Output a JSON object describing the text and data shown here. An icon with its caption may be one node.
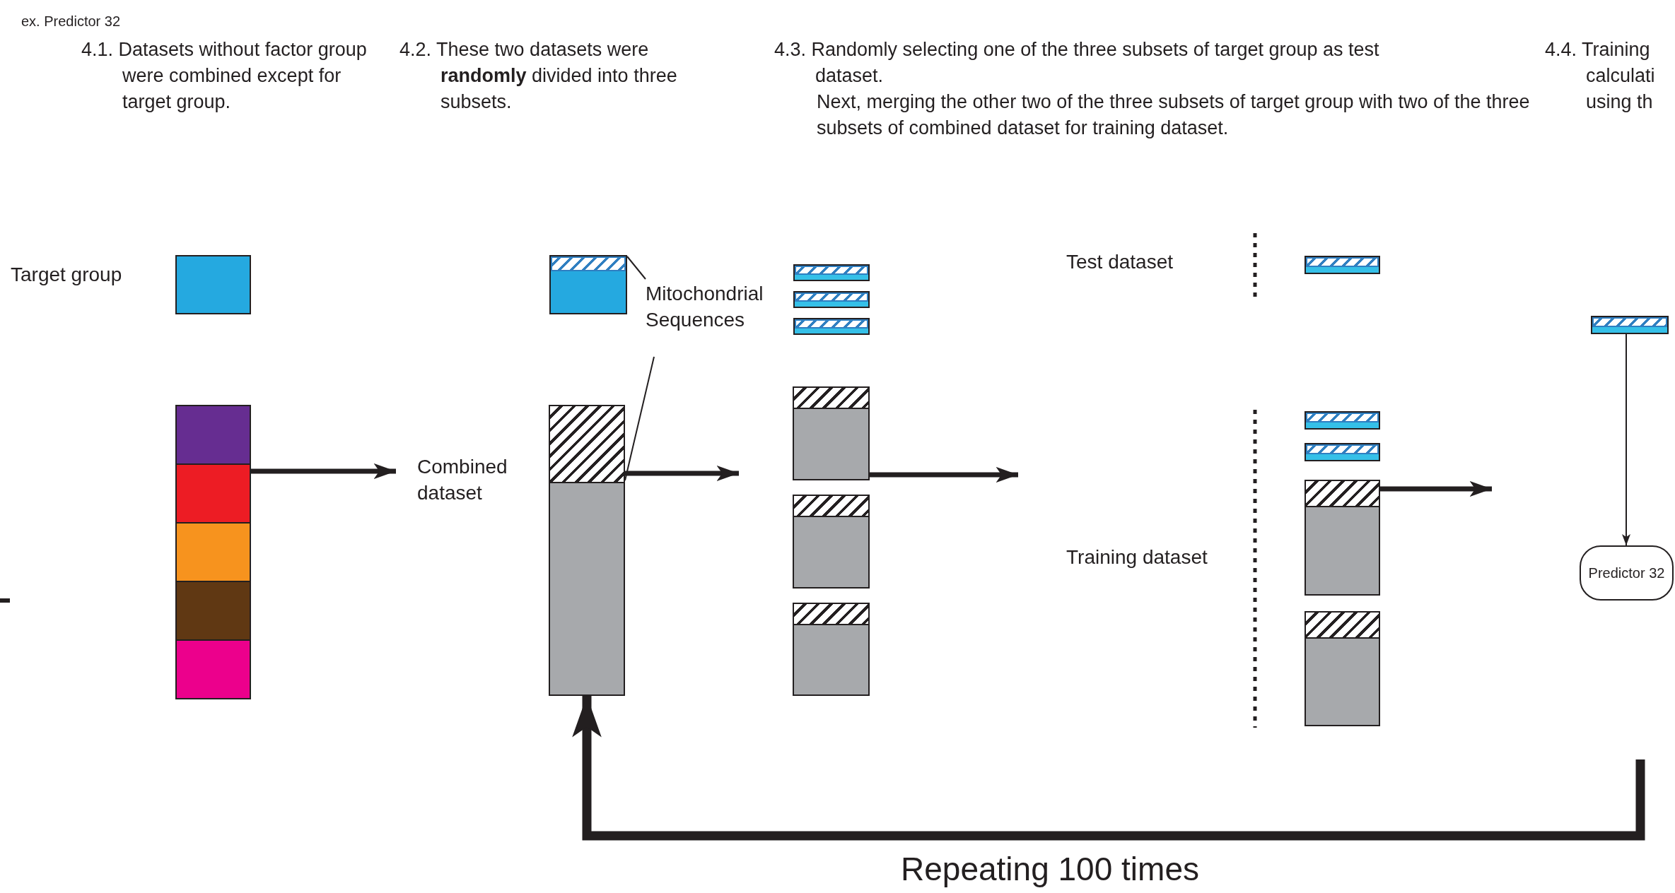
{
  "diagram": {
    "nodes": [
      {
        "text": [],
        "shape": "box",
        "beside": [
          "Target group"
        ]
      },
      {
        "text": [],
        "shape": "box"
      },
      {
        "text": [
          "Combined dataset"
        ]
      },
      {
        "text": [],
        "shape": "box"
      },
      {
        "text": [],
        "shape": "box"
      },
      {
        "text": [
          "Mitochondrial Sequences"
        ]
      },
      {
        "text": [],
        "shape": "box"
      },
      {
        "text": [],
        "shape": "box"
      },
      {
        "text": [],
        "shape": "box"
      },
      {
        "text": [],
        "shape": "box"
      },
      {
        "text": [],
        "shape": "box"
      },
      {
        "text": [],
        "shape": "box"
      },
      {
        "text": [],
        "shape": "box"
      },
      {
        "text": [],
        "shape": "box"
      },
      {
        "text": [],
        "shape": "box"
      },
      {
        "text": [],
        "shape": "box"
      },
      {
        "text": [],
        "shape": "box"
      },
      {
        "text": [],
        "shape": "box"
      },
      {
        "text": [
          "Predictor 32"
        ]
      }
    ],
    "edges": [
      {
        "from": 1,
        "to": 2,
        "arrow": "to"
      },
      {
        "from": 5,
        "to": 3,
        "arrow": "none"
      },
      {
        "from": 5,
        "to": 4,
        "arrow": "none"
      },
      {
        "from": 4,
        "to": null,
        "arrow": "to"
      },
      {
        "from": 9,
        "to": null,
        "arrow": "to"
      },
      {
        "from": 15,
        "to": null,
        "arrow": "to"
      },
      {
        "from": 17,
        "to": 18,
        "arrow": "to"
      },
      {
        "from": null,
        "to": 4,
        "arrow": "to",
        "style": "thick",
        "label": "Repeating 100 times"
      }
    ],
    "labels": [
      "ex. Predictor 32",
      "4.1. Datasets without factor group were combined except for target group.",
      "4.2. These two datasets were **randomly** divided into three subsets.",
      "4.3. Randomly selecting one of the three subsets of target group as test dataset.",
      "Next, merging the other two of the three subsets of target group with two of the three subsets of combined dataset for training dataset.",
      "4.4. Training calculati using th",
      "Test dataset",
      "Training dataset"
    ]
  }
}
